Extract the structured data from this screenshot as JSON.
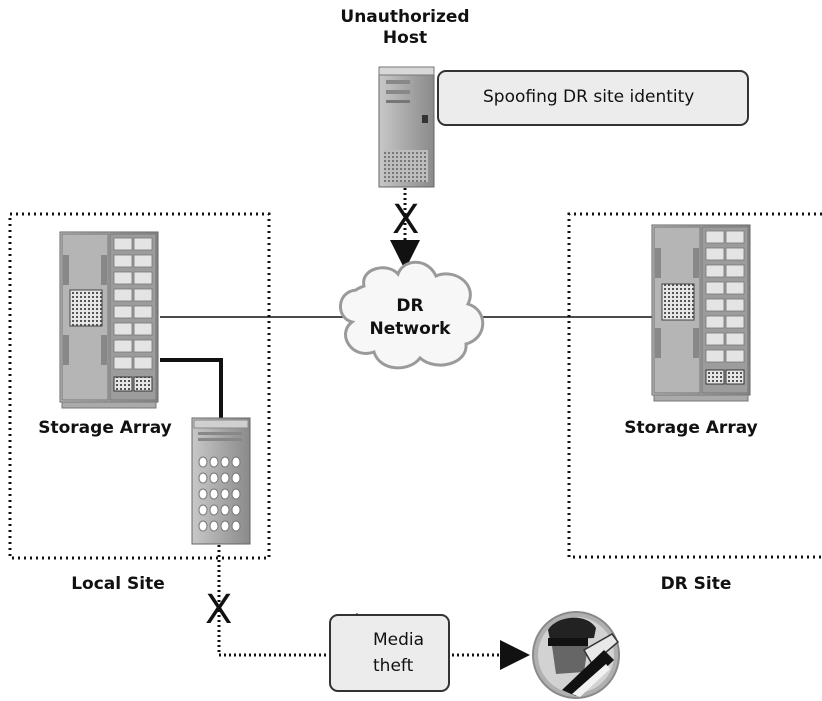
{
  "labels": {
    "unauthorized_host": "Unauthorized Host",
    "dr_network_line1": "DR",
    "dr_network_line2": "Network",
    "storage_array_local": "Storage Array",
    "storage_array_dr": "Storage Array",
    "local_site": "Local Site",
    "dr_site": "DR Site"
  },
  "callouts": {
    "spoofing": "Spoofing DR site identity",
    "media_theft_line1": "Media",
    "media_theft_line2": "theft"
  },
  "marks": {
    "x_top": "X",
    "x_bottom": "X"
  },
  "icons": {
    "bomb": "bomb-icon",
    "thief": "thief-icon",
    "server": "server-tower-icon",
    "storage": "storage-array-icon",
    "tape": "tape-library-icon",
    "cloud": "cloud-icon"
  }
}
